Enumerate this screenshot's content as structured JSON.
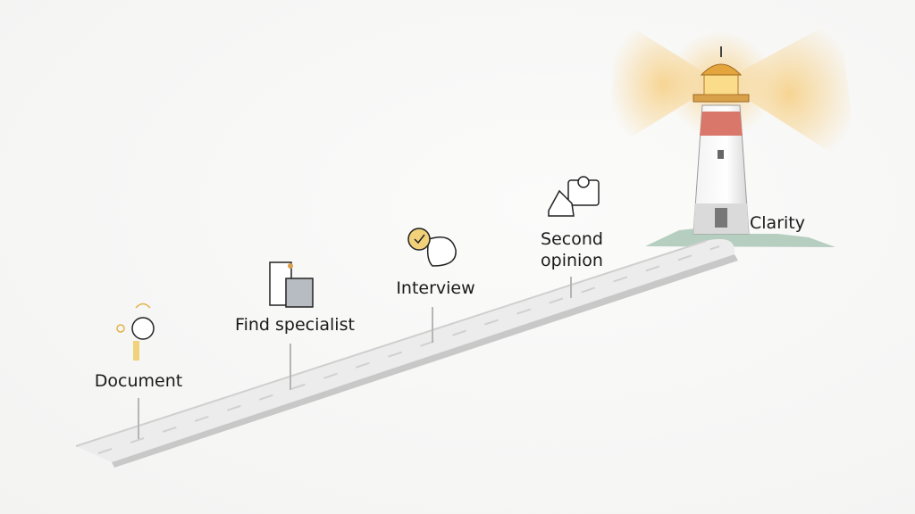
{
  "diagram": {
    "milestones": [
      {
        "id": "document",
        "label": "Document",
        "icon": "lightbulb-icon"
      },
      {
        "id": "find-specialist",
        "label": "Find specialist",
        "icon": "document-folder-icon"
      },
      {
        "id": "interview",
        "label": "Interview",
        "icon": "check-speech-icon"
      },
      {
        "id": "second-opinion",
        "label": "Second opinion",
        "line1": "Second",
        "line2": "opinion",
        "icon": "review-documents-icon"
      }
    ],
    "destination": {
      "label": "Clarity",
      "icon": "lighthouse-icon"
    },
    "colors": {
      "road": "#e9e9e9",
      "road_edge": "#c9c9c9",
      "accent": "#e8a93a",
      "lighthouse_red": "#d9776a",
      "land": "#a9c7b6"
    }
  }
}
